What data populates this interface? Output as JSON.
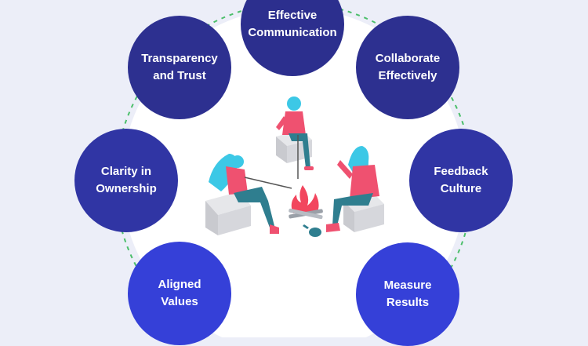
{
  "nodes": [
    {
      "id": "effective-communication",
      "label": "Effective\nCommunication",
      "color": "#2c2f8e"
    },
    {
      "id": "collaborate-effectively",
      "label": "Collaborate\nEffectively",
      "color": "#2d3090"
    },
    {
      "id": "feedback-culture",
      "label": "Feedback\nCulture",
      "color": "#3035a4"
    },
    {
      "id": "measure-results",
      "label": "Measure\nResults",
      "color": "#3540d8"
    },
    {
      "id": "aligned-values",
      "label": "Aligned\nValues",
      "color": "#3540d8"
    },
    {
      "id": "clarity-in-ownership",
      "label": "Clarity in\nOwnership",
      "color": "#3035a4"
    },
    {
      "id": "transparency-and-trust",
      "label": "Transparency\nand Trust",
      "color": "#2d3090"
    }
  ],
  "colors": {
    "background": "#eceef8",
    "center_disc": "#ffffff",
    "connector": "#4cbf6b",
    "figure_pink": "#ef5170",
    "figure_blue": "#3cc8e6",
    "figure_teal": "#2f7e8f",
    "seat_gray": "#d6d7dc",
    "fire": "#f2465e"
  },
  "illustration": {
    "description_icon": "campfire-icon"
  }
}
